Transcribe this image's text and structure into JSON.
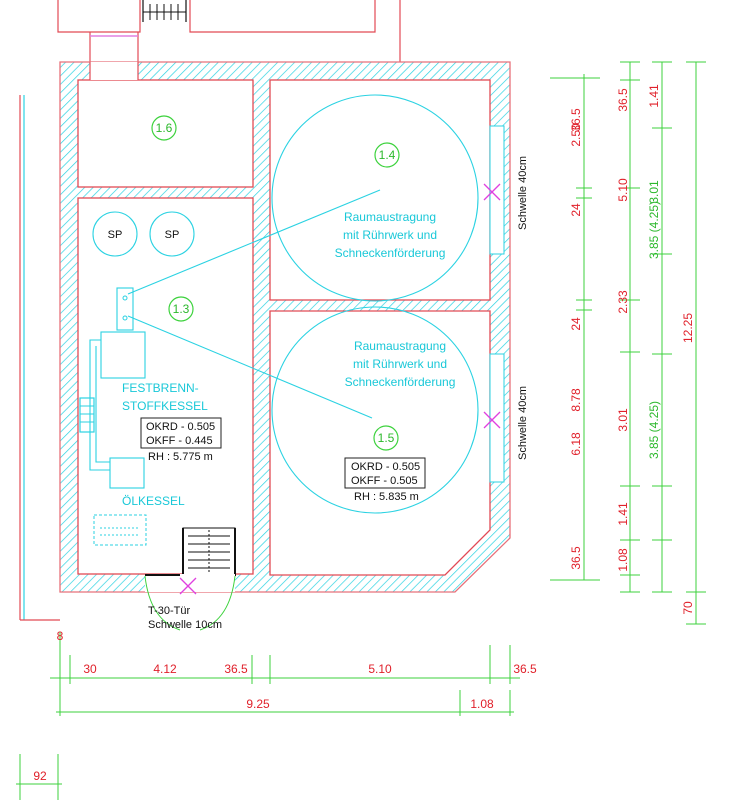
{
  "rooms": {
    "r16": "1.6",
    "r14": "1.4",
    "r13": "1.3",
    "r15": "1.5"
  },
  "storage": {
    "sp1": "SP",
    "sp2": "SP"
  },
  "silo_upper": {
    "line1": "Raumaustragung",
    "line2": "mit Rührwerk und",
    "line3": "Schneckenförderung",
    "threshold": "Schwelle 40cm"
  },
  "silo_lower": {
    "line1": "Raumaustragung",
    "line2": "mit Rührwerk und",
    "line3": "Schneckenförderung",
    "threshold": "Schwelle 40cm",
    "okrd": "OKRD  - 0.505",
    "okff": "OKFF   - 0.505",
    "rh": "RH : 5.835 m"
  },
  "boiler_room": {
    "solid_line1": "FESTBRENN-",
    "solid_line2": "STOFFKESSEL",
    "okrd": "OKRD  - 0.505",
    "okff": "OKFF  - 0.445",
    "rh": "RH : 5.775 m",
    "oil": "ÖLKESSEL"
  },
  "door": {
    "line1": "T-30-Tür",
    "line2": "Schwelle 10cm"
  },
  "dims_bottom": {
    "d8": "8",
    "d30": "30",
    "d412": "4.12",
    "d365a": "36.5",
    "d510": "5.10",
    "d365b": "36.5",
    "d925": "9.25",
    "d108": "1.08",
    "d92": "92"
  },
  "dims_right_red": {
    "a365": "36.5",
    "a250": "2.50",
    "a24": "24",
    "a878": "8.78",
    "a24b": "24",
    "a618": "6.18",
    "a365b": "36.5"
  },
  "dims_right_mid": {
    "b365": "36.5",
    "b510": "5.10",
    "b233": "2.33",
    "b301": "3.01",
    "b141": "1.41",
    "b108": "1.08"
  },
  "dims_right_green": {
    "c141": "1.41",
    "c301": "3.01",
    "c385": "3.85 (4.25)",
    "c385b": "3.85 (4.25)"
  },
  "dims_far_right": {
    "f1225": "12.25",
    "f70": "70"
  }
}
